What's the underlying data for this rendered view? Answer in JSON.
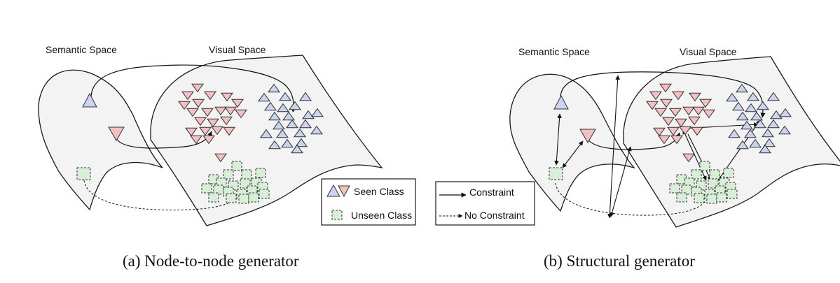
{
  "panels": [
    {
      "semantic_label": "Semantic Space",
      "visual_label": "Visual Space",
      "caption": "(a) Node-to-node generator"
    },
    {
      "semantic_label": "Semantic Space",
      "visual_label": "Visual Space",
      "caption": "(b) Structural generator"
    }
  ],
  "legend_classes": {
    "seen": "Seen Class",
    "unseen": "Unseen Class"
  },
  "legend_edges": {
    "constraint": "Constraint",
    "no_constraint": "No Constraint"
  },
  "colors": {
    "seen_blue": "#c9d5ef",
    "seen_red": "#f4c0c0",
    "unseen_green": "#d6efd6",
    "surface": "#f3f3f3",
    "stroke": "#1a1a1a"
  }
}
